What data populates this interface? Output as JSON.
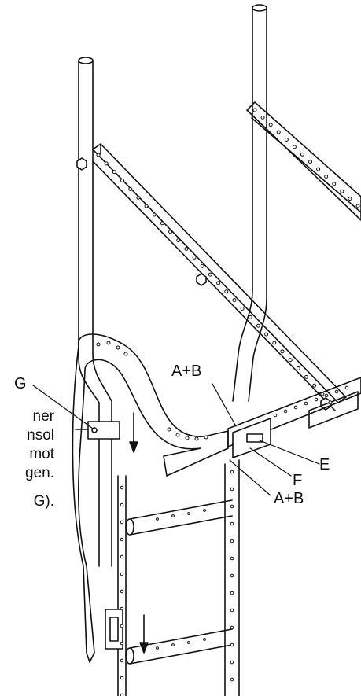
{
  "text_fragments": [
    "ner",
    "nsol",
    "mot",
    "gen.",
    "G)."
  ],
  "callouts": {
    "g": "G",
    "ab_top": "A+B",
    "e": "E",
    "f": "F",
    "ab_bottom": "A+B"
  }
}
